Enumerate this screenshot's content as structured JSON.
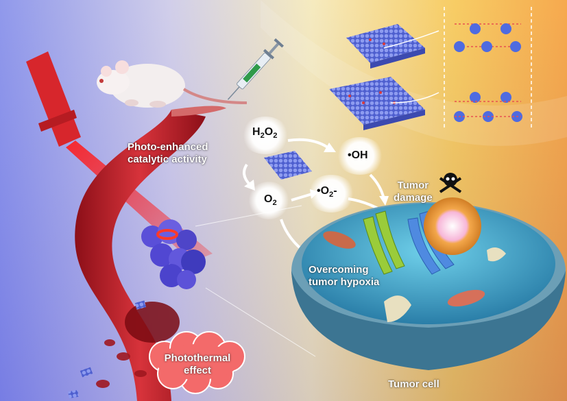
{
  "labels": {
    "photo_line1": "Photo-enhanced",
    "photo_line2": "catalytic activity",
    "h2o2_main": "H",
    "h2o2_sub1": "2",
    "h2o2_mid": "O",
    "h2o2_sub2": "2",
    "oh": "•OH",
    "o2_main": "O",
    "o2_sub": "2",
    "superoxide_main": "•O",
    "superoxide_sub": "2",
    "superoxide_charge": "-",
    "tumor_damage_1": "Tumor",
    "tumor_damage_2": "damage",
    "hypoxia_1": "Overcoming",
    "hypoxia_2": "tumor hypoxia",
    "photothermal_1": "Photothermal",
    "photothermal_2": "effect",
    "tumor_cell": "Tumor cell"
  },
  "colors": {
    "blood_vessel": "#c0202a",
    "laser": "#ff2020",
    "nanosheet": "#5a6fd8",
    "cell_cytoplasm": "#3aa6c8",
    "nucleus": "#f0a040",
    "cloud": "#f36a6a"
  },
  "icons": [
    "skull-crossbones-icon",
    "syringe-icon",
    "mouse-icon",
    "laser-icon"
  ]
}
